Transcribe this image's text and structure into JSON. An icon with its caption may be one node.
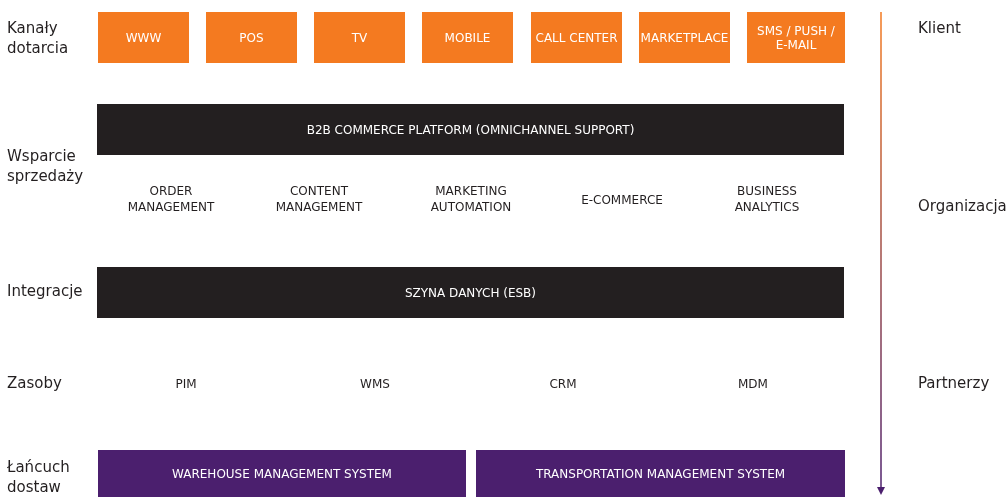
{
  "diagram": {
    "nodes": [
      {
        "text": [
          "WWW"
        ]
      },
      {
        "text": [
          "POS"
        ]
      },
      {
        "text": [
          "TV"
        ]
      },
      {
        "text": [
          "MOBILE"
        ]
      },
      {
        "text": [
          "CALL CENTER"
        ]
      },
      {
        "text": [
          "MARKETPLACE"
        ]
      },
      {
        "text": [
          "SMS / PUSH / E-MAIL"
        ]
      },
      {
        "text": [
          "B2B COMMERCE PLATFORM (OMNICHANNEL SUPPORT)"
        ]
      },
      {
        "text": [
          "SZYNA DANYCH (ESB)"
        ]
      },
      {
        "text": [
          "WAREHOUSE MANAGEMENT SYSTEM"
        ]
      },
      {
        "text": [
          "TRANSPORTATION MANAGEMENT SYSTEM"
        ]
      }
    ],
    "edges": [],
    "labels": [
      "Kanały dotarcia",
      "Klient",
      "Wsparcie sprzedaży",
      "ORDER MANAGEMENT",
      "CONTENT MANAGEMENT",
      "MARKETING AUTOMATION",
      "E-COMMERCE",
      "BUSINESS ANALYTICS",
      "Organizacja",
      "Integracje",
      "Zasoby",
      "PIM",
      "WMS",
      "CRM",
      "MDM",
      "Partnerzy",
      "Łańcuch dostaw"
    ]
  }
}
